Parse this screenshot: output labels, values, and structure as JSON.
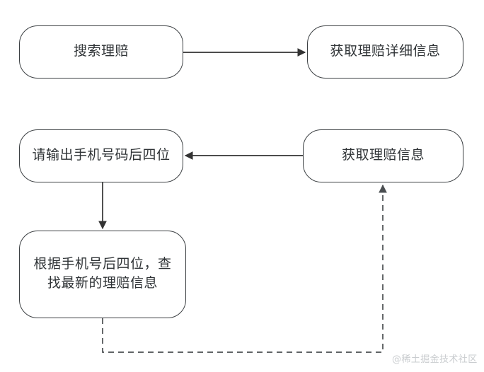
{
  "diagram": {
    "type": "flowchart",
    "title": "",
    "background_color": "#ffffff",
    "node_fill": "#ffffff",
    "node_stroke": "#3b3f42",
    "edge_color": "#333333",
    "nodes": [
      {
        "id": "search-claim",
        "label": "搜索理赔"
      },
      {
        "id": "claim-detail",
        "label": "获取理赔详细信息"
      },
      {
        "id": "input-phone",
        "label": "请输出手机号码后四位"
      },
      {
        "id": "claim-info",
        "label": "获取理赔信息"
      },
      {
        "id": "query-latest",
        "label": "根据手机号后四位，查找最新的理赔信息"
      }
    ],
    "edges": [
      {
        "id": "e1",
        "from": "search-claim",
        "to": "claim-detail",
        "style": "solid",
        "direction": "right",
        "label": ""
      },
      {
        "id": "e2",
        "from": "claim-info",
        "to": "input-phone",
        "style": "solid",
        "direction": "left",
        "label": ""
      },
      {
        "id": "e3",
        "from": "input-phone",
        "to": "query-latest",
        "style": "solid",
        "direction": "down",
        "label": ""
      },
      {
        "id": "e4",
        "from": "query-latest",
        "to": "claim-info",
        "style": "dashed",
        "direction": "up",
        "label": ""
      }
    ]
  },
  "watermark": {
    "text": "@稀土掘金技术社区",
    "color": "#c9cccf"
  }
}
